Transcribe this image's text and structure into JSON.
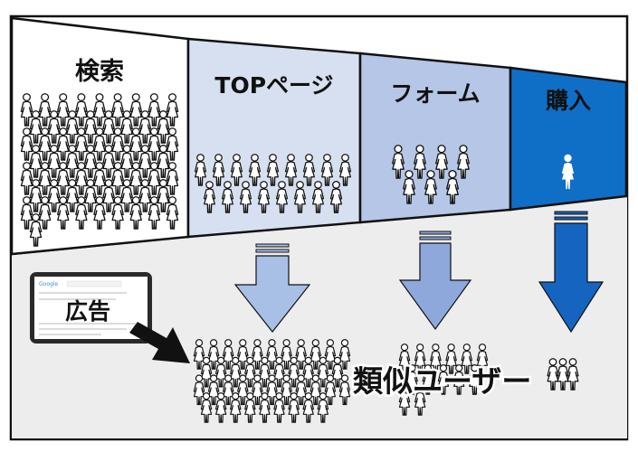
{
  "funnel": {
    "stages": [
      {
        "label": "検索",
        "people": 64
      },
      {
        "label": "TOPページ",
        "people": 18
      },
      {
        "label": "フォーム",
        "people": 8
      },
      {
        "label": "購入",
        "people": 1
      }
    ],
    "colors": [
      "#ffffff",
      "#d6e0f0",
      "#b5c6e7",
      "#0f6fc6"
    ]
  },
  "ad": {
    "label": "広告"
  },
  "audience": {
    "label": "類似ユーザー"
  },
  "arrows": {
    "colors": [
      "#a9c0e6",
      "#8ea8db",
      "#1565c0"
    ]
  }
}
